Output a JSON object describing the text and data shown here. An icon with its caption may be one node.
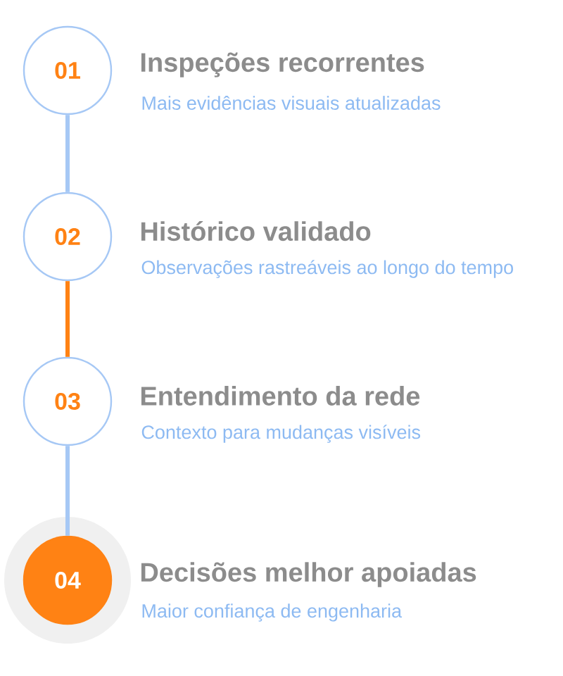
{
  "diagram": {
    "nodes": [
      {
        "text": [
          "01"
        ],
        "beside": [
          "Inspeções recorrentes",
          "Mais evidências visuais atualizadas"
        ]
      },
      {
        "text": [
          "02"
        ],
        "beside": [
          "Histórico validado",
          "Observações rastreáveis ao longo do tempo"
        ]
      },
      {
        "text": [
          "03"
        ],
        "beside": [
          "Entendimento da rede",
          "Contexto para mudanças visíveis"
        ]
      },
      {
        "text": [
          "04"
        ],
        "beside": [
          "Decisões melhor apoiadas",
          "Maior confiança de engenharia"
        ]
      }
    ],
    "edges": [
      {
        "from": 0,
        "to": 1,
        "arrow": "none"
      },
      {
        "from": 1,
        "to": 2,
        "arrow": "none",
        "color": "#ff8214"
      },
      {
        "from": 2,
        "to": 3,
        "arrow": "none"
      }
    ]
  }
}
